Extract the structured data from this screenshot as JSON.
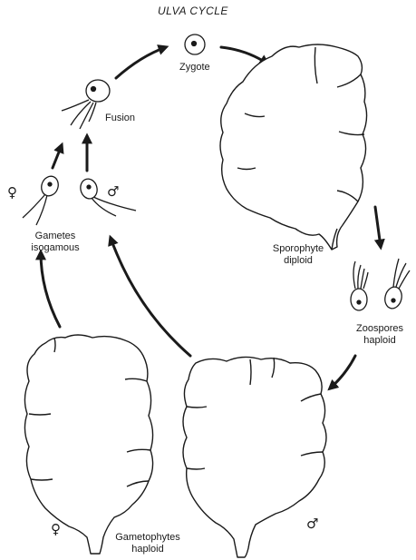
{
  "title": "ULVA CYCLE",
  "labels": {
    "zygote": "Zygote",
    "fusion": "Fusion",
    "gametes_line1": "Gametes",
    "gametes_line2": "isogamous",
    "sporophyte_line1": "Sporophyte",
    "sporophyte_line2": "diploid",
    "zoospores_line1": "Zoospores",
    "zoospores_line2": "haploid",
    "gametophytes_line1": "Gametophytes",
    "gametophytes_line2": "haploid"
  },
  "symbols": {
    "female": "♀",
    "male": "♂"
  },
  "colors": {
    "ink": "#1a1a1a",
    "paper": "#ffffff"
  }
}
